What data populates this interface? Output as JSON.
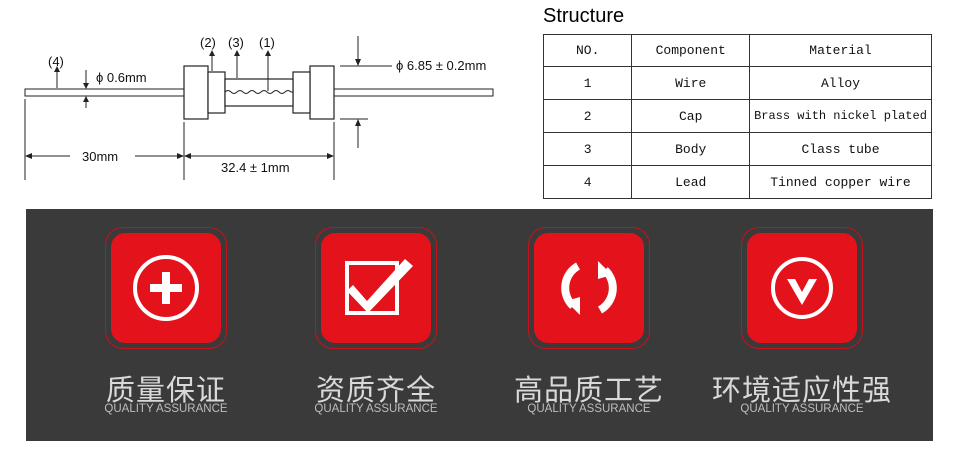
{
  "diagram": {
    "label_4": "(4)",
    "label_2": "(2)",
    "label_3": "(3)",
    "label_1": "(1)",
    "wire_diameter": "ϕ 0.6mm",
    "body_diameter": "ϕ 6.85 ± 0.2mm",
    "lead_length": "30mm",
    "body_length": "32.4 ± 1mm"
  },
  "structure": {
    "title": "Structure",
    "headers": [
      "NO.",
      "Component",
      "Material"
    ],
    "rows": [
      [
        "1",
        "Wire",
        "Alloy"
      ],
      [
        "2",
        "Cap",
        "Brass with nickel plated"
      ],
      [
        "3",
        "Body",
        "Class tube"
      ],
      [
        "4",
        "Lead",
        "Tinned copper wire"
      ]
    ]
  },
  "features": [
    {
      "icon": "plus-circle-icon",
      "title": "质量保证",
      "subtitle": "QUALITY ASSURANCE"
    },
    {
      "icon": "checkmark-box-icon",
      "title": "资质齐全",
      "subtitle": "QUALITY ASSURANCE"
    },
    {
      "icon": "refresh-arrows-icon",
      "title": "高品质工艺",
      "subtitle": "QUALITY ASSURANCE"
    },
    {
      "icon": "chevron-down-circle-icon",
      "title": "环境适应性强",
      "subtitle": "QUALITY ASSURANCE"
    }
  ],
  "colors": {
    "accent_red": "#e3121b",
    "banner_bg": "#3b3a3a"
  }
}
